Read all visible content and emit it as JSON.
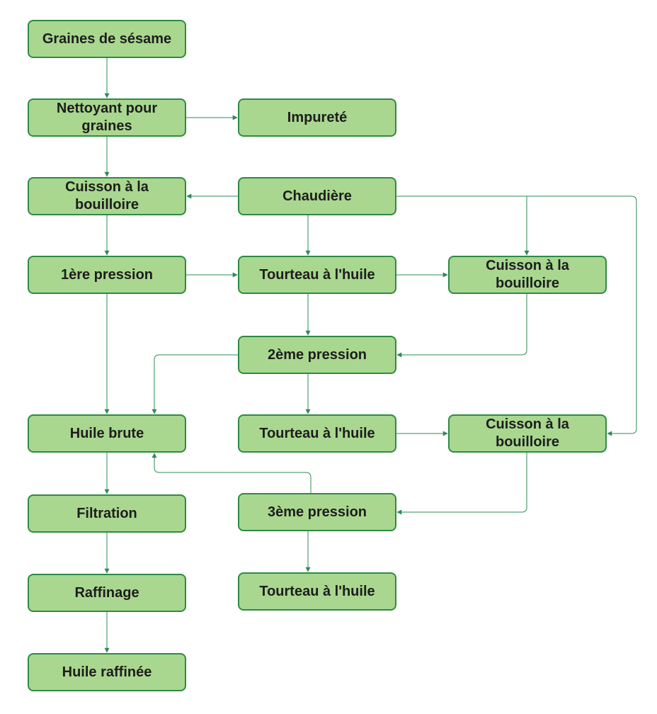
{
  "colors": {
    "node_fill": "#a9d78f",
    "node_border": "#2e8b45",
    "edge": "#2e8b57",
    "text": "#1d1d1d"
  },
  "nodes": {
    "graines": "Graines de sésame",
    "nettoyant": "Nettoyant pour graines",
    "impurete": "Impureté",
    "cuisson1": "Cuisson à la bouilloire",
    "chaudiere": "Chaudière",
    "pression1": "1ère pression",
    "tourteau1": "Tourteau à l'huile",
    "cuisson2": "Cuisson à la bouilloire",
    "pression2": "2ème pression",
    "huile_brute": "Huile brute",
    "tourteau2": "Tourteau à l'huile",
    "cuisson3": "Cuisson à la bouilloire",
    "pression3": "3ème pression",
    "filtration": "Filtration",
    "raffinage": "Raffinage",
    "tourteau3": "Tourteau à l'huile",
    "huile_raffinee": "Huile raffinée"
  },
  "edges": [
    [
      "graines",
      "nettoyant"
    ],
    [
      "nettoyant",
      "impurete"
    ],
    [
      "nettoyant",
      "cuisson1"
    ],
    [
      "chaudiere",
      "cuisson1"
    ],
    [
      "chaudiere",
      "tourteau1"
    ],
    [
      "chaudiere",
      "cuisson2"
    ],
    [
      "chaudiere",
      "cuisson3"
    ],
    [
      "cuisson1",
      "pression1"
    ],
    [
      "pression1",
      "tourteau1"
    ],
    [
      "pression1",
      "huile_brute"
    ],
    [
      "tourteau1",
      "cuisson2"
    ],
    [
      "tourteau1",
      "pression2"
    ],
    [
      "cuisson2",
      "pression2"
    ],
    [
      "pression2",
      "huile_brute"
    ],
    [
      "pression2",
      "tourteau2"
    ],
    [
      "tourteau2",
      "cuisson3"
    ],
    [
      "cuisson3",
      "pression3"
    ],
    [
      "pression3",
      "huile_brute"
    ],
    [
      "pression3",
      "tourteau3"
    ],
    [
      "huile_brute",
      "filtration"
    ],
    [
      "filtration",
      "raffinage"
    ],
    [
      "raffinage",
      "huile_raffinee"
    ]
  ]
}
